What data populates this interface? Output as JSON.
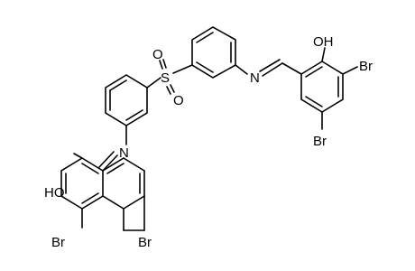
{
  "labels": {
    "oh_right": "OH",
    "br_right_top": "Br",
    "br_right_bottom": "Br",
    "s": "S",
    "o_upper": "O",
    "o_lower": "O",
    "n_upper": "N",
    "n_lower": "N",
    "oh_left": "HO",
    "br_left_1": "Br",
    "br_left_2": "Br"
  }
}
